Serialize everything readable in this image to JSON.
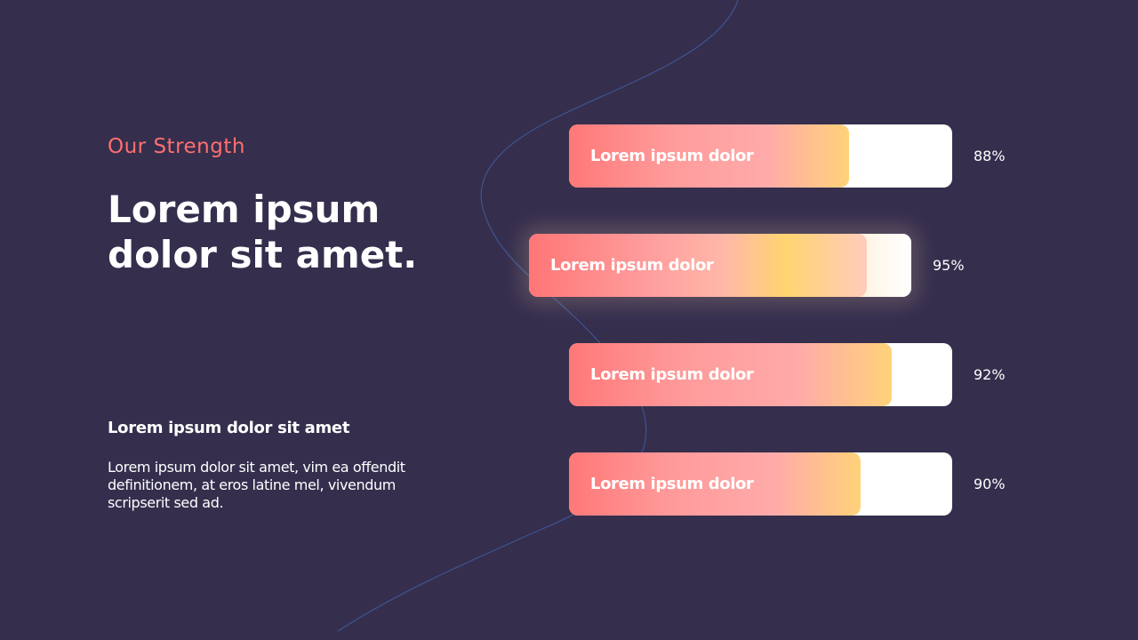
{
  "slide": {
    "eyebrow": "Our Strength",
    "title_line1": "Lorem ipsum",
    "title_line2": "dolor sit amet.",
    "sub_heading": "Lorem ipsum dolor sit amet",
    "body_text": "Lorem ipsum dolor sit amet, vim ea offendit definitionem, at eros latine mel, vivendum scripserit sed ad."
  },
  "colors": {
    "background": "#352e4d",
    "accent": "#ff6f6f",
    "bar_gradient_start": "#ff7878",
    "bar_gradient_end": "#ffd27a",
    "bar_track": "#ffffff",
    "curve": "#3f5a9a"
  },
  "bars": [
    {
      "label": "Lorem ipsum dolor",
      "value": 88,
      "value_label": "88%",
      "highlighted": false
    },
    {
      "label": "Lorem ipsum dolor",
      "value": 95,
      "value_label": "95%",
      "highlighted": true
    },
    {
      "label": "Lorem ipsum dolor",
      "value": 92,
      "value_label": "92%",
      "highlighted": false
    },
    {
      "label": "Lorem ipsum dolor",
      "value": 90,
      "value_label": "90%",
      "highlighted": false
    }
  ],
  "chart_data": {
    "type": "bar",
    "orientation": "horizontal",
    "title": "Our Strength",
    "categories": [
      "Lorem ipsum dolor",
      "Lorem ipsum dolor",
      "Lorem ipsum dolor",
      "Lorem ipsum dolor"
    ],
    "values": [
      88,
      95,
      92,
      90
    ],
    "value_labels": [
      "88%",
      "95%",
      "92%",
      "90%"
    ],
    "xlabel": "",
    "ylabel": "",
    "unit": "%",
    "grid": false,
    "legend": null,
    "highlighted_index": 1
  }
}
